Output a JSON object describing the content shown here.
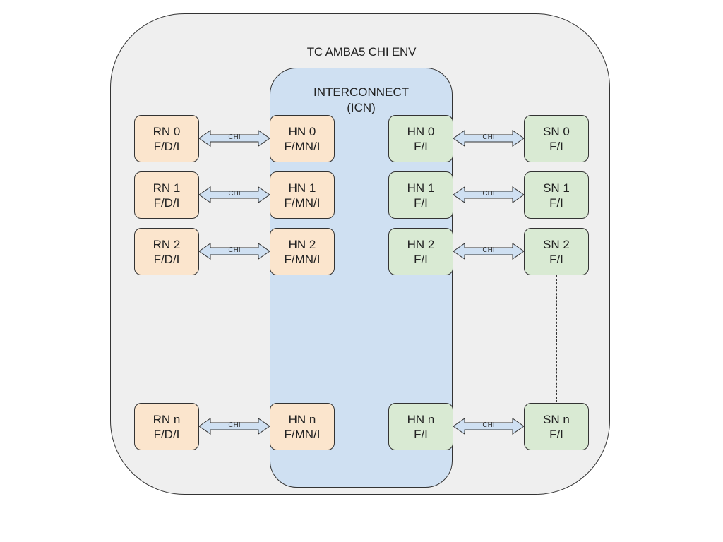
{
  "diagram": {
    "title": "TC AMBA5 CHI ENV",
    "interconnect": {
      "title_line1": "INTERCONNECT",
      "title_line2": "(ICN)"
    },
    "link_label": "CHI",
    "colors": {
      "env_fill": "#efefef",
      "icn_fill": "#cfe0f2",
      "request_side_fill": "#fbe5cd",
      "slave_side_fill": "#d9ead3",
      "arrow_fill": "#cfe0f2",
      "stroke": "#333333"
    },
    "rows": [
      {
        "rn": {
          "name": "RN 0",
          "type": "F/D/I"
        },
        "hn_req": {
          "name": "HN 0",
          "type": "F/MN/I"
        },
        "hn_slv": {
          "name": "HN 0",
          "type": "F/I"
        },
        "sn": {
          "name": "SN 0",
          "type": "F/I"
        }
      },
      {
        "rn": {
          "name": "RN 1",
          "type": "F/D/I"
        },
        "hn_req": {
          "name": "HN 1",
          "type": "F/MN/I"
        },
        "hn_slv": {
          "name": "HN 1",
          "type": "F/I"
        },
        "sn": {
          "name": "SN 1",
          "type": "F/I"
        }
      },
      {
        "rn": {
          "name": "RN 2",
          "type": "F/D/I"
        },
        "hn_req": {
          "name": "HN 2",
          "type": "F/MN/I"
        },
        "hn_slv": {
          "name": "HN 2",
          "type": "F/I"
        },
        "sn": {
          "name": "SN 2",
          "type": "F/I"
        }
      },
      {
        "rn": {
          "name": "RN n",
          "type": "F/D/I"
        },
        "hn_req": {
          "name": "HN n",
          "type": "F/MN/I"
        },
        "hn_slv": {
          "name": "HN n",
          "type": "F/I"
        },
        "sn": {
          "name": "SN n",
          "type": "F/I"
        }
      }
    ]
  }
}
